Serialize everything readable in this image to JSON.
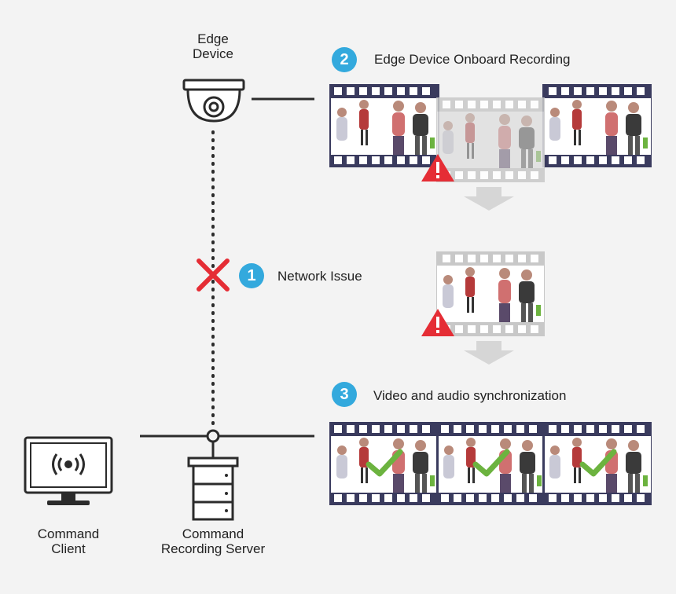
{
  "labels": {
    "edge_device": "Edge\nDevice",
    "command_client": "Command\nClient",
    "recording_server": "Command\nRecording Server"
  },
  "steps": [
    {
      "number": "1",
      "label": "Network Issue"
    },
    {
      "number": "2",
      "label": "Edge Device Onboard Recording"
    },
    {
      "number": "3",
      "label": "Video and audio synchronization"
    }
  ],
  "colors": {
    "background": "#f3f3f3",
    "badge": "#33a9dd",
    "film": "#3a3b5e",
    "film_faded": "#c8c8c8",
    "error": "#e52d35",
    "check": "#6cb33f",
    "line": "#2b2b2b",
    "arrow": "#d6d6d6"
  },
  "icons": [
    "camera-icon",
    "monitor-icon",
    "server-icon",
    "warning-icon",
    "error-x-icon",
    "check-icon",
    "down-arrow-icon"
  ]
}
